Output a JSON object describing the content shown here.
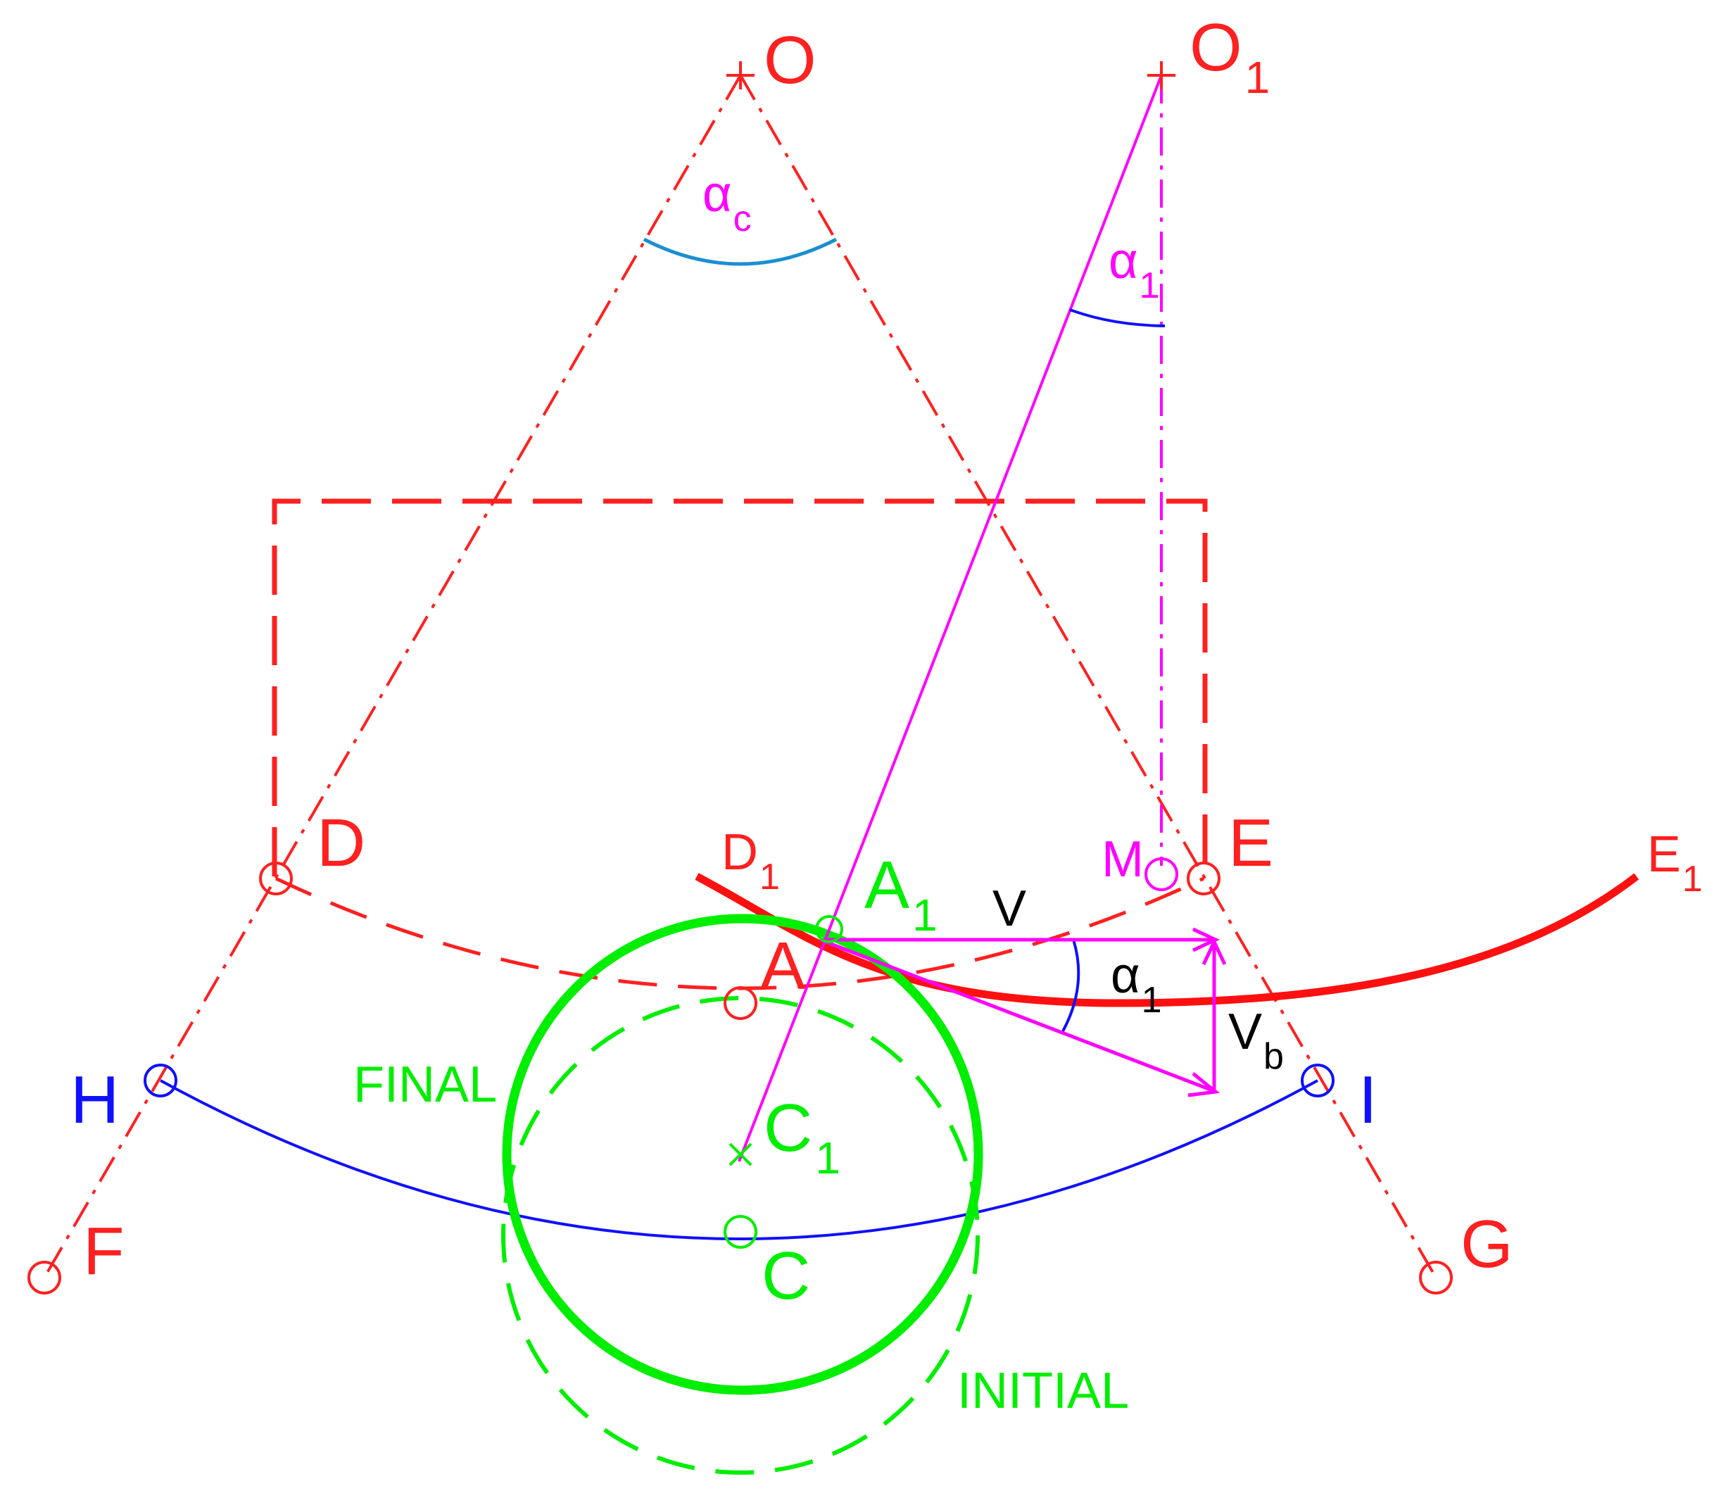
{
  "labels": {
    "O": "O",
    "O1": "O",
    "O1_sub": "1",
    "alpha_c": "α",
    "alpha_c_sub": "c",
    "alpha1_top": "α",
    "alpha1_top_sub": "1",
    "D": "D",
    "D1": "D",
    "D1_sub": "1",
    "E": "E",
    "E1": "E",
    "E1_sub": "1",
    "M": "M",
    "A": "A",
    "A1": "A",
    "A1_sub": "1",
    "V": "V",
    "alpha1_mid": "α",
    "alpha1_mid_sub": "1",
    "Vb": "V",
    "Vb_sub": "b",
    "H": "H",
    "I": "I",
    "F": "F",
    "G": "G",
    "C": "C",
    "C1": "C",
    "C1_sub": "1",
    "final": "FINAL",
    "initial": "INITIAL"
  },
  "colors": {
    "red": "#ff2020",
    "magenta": "#ff00ff",
    "green": "#00ee00",
    "blue": "#1010ff",
    "light_blue": "#1a8fd0",
    "black": "#000000"
  }
}
